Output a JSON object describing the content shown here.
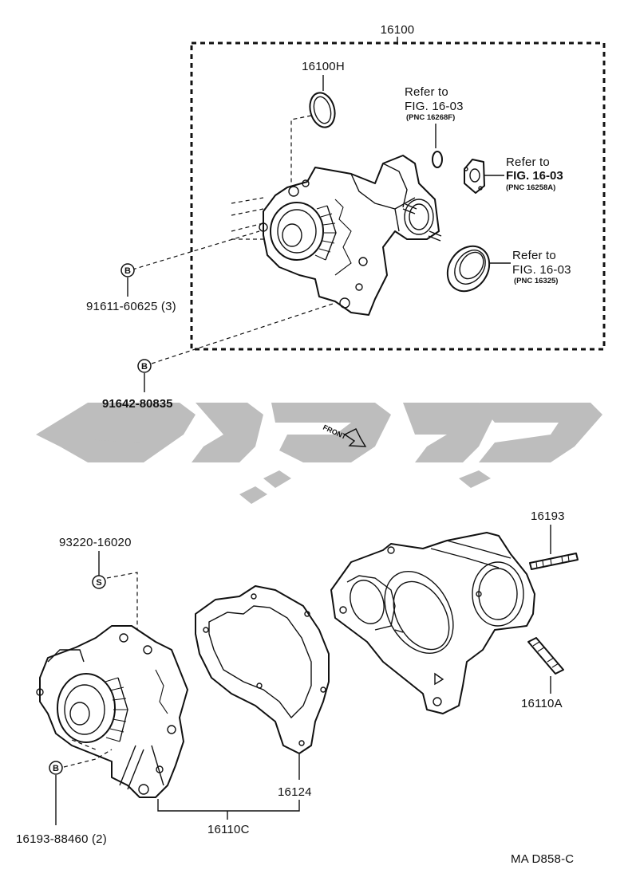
{
  "top_assembly": {
    "assembly_number": "16100",
    "oring_label": "16100H",
    "ref1": {
      "line1": "Refer to",
      "line2": "FIG. 16-03",
      "pnc": "(PNC 16268F)"
    },
    "ref2": {
      "line1": "Refer to",
      "line2": "FIG. 16-03",
      "pnc": "(PNC 16258A)"
    },
    "ref3": {
      "line1": "Refer to",
      "line2": "FIG. 16-03",
      "pnc": "(PNC 16325)"
    },
    "bolt1_badge": "B",
    "bolt1_label": "91611-60625 (3)",
    "bolt2_badge": "B",
    "bolt2_label": "91642-80835"
  },
  "front_marker": "FRONT",
  "bottom_assembly": {
    "screw_label": "93220-16020",
    "screw_badge": "S",
    "stud_top_label": "16193",
    "stud_bottom_label": "16110A",
    "gasket_label": "16124",
    "pump_label": "16110C",
    "bolt_badge": "B",
    "bolt_label": "16193-88460 (2)"
  },
  "diagram_code": "MA D858-C",
  "watermark_icon": "brand-watermark-logo"
}
